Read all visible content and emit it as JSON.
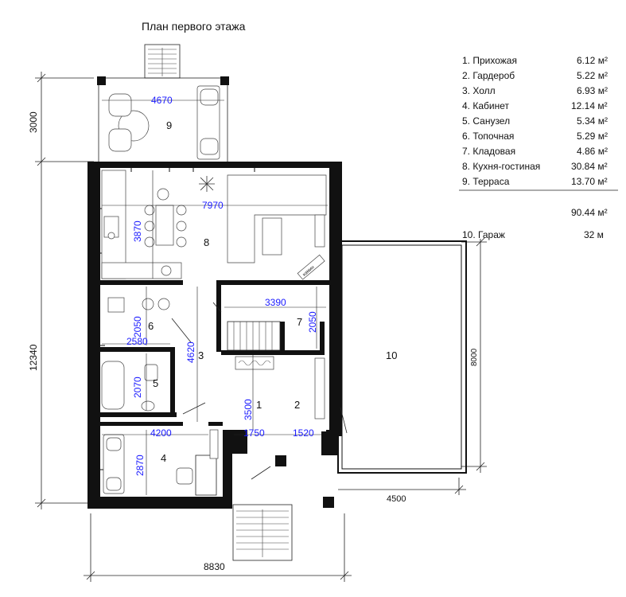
{
  "title": "План первого этажа",
  "overall_dims": {
    "width_bottom": "8830",
    "height_left": "12340",
    "terrace_depth": "3000",
    "garage_depth": "8000",
    "garage_width": "4500"
  },
  "inner_dims": {
    "terrace_width": "4670",
    "kitchen_width": "7970",
    "kitchen_depth": "3870",
    "pantry_width": "3390",
    "pantry_depth": "2050",
    "boiler_depth": "2050",
    "boiler_width": "2580",
    "hall_length": "4620",
    "bath_depth": "2070",
    "entry_length": "3500",
    "office_width": "4200",
    "office_depth": "2870",
    "entry_width": "1750",
    "wardrobe_width": "1520"
  },
  "room_numbers": [
    "1",
    "2",
    "3",
    "4",
    "5",
    "6",
    "7",
    "8",
    "9",
    "10"
  ],
  "fireplace_label": "камин",
  "legend": {
    "rooms": [
      {
        "name": "1. Прихожая",
        "area": "6.12 м²"
      },
      {
        "name": "2. Гардероб",
        "area": "5.22 м²"
      },
      {
        "name": "3. Холл",
        "area": "6.93 м²"
      },
      {
        "name": "4. Кабинет",
        "area": "12.14 м²"
      },
      {
        "name": "5. Санузел",
        "area": "5.34 м²"
      },
      {
        "name": "6. Топочная",
        "area": "5.29 м²"
      },
      {
        "name": "7. Кладовая",
        "area": "4.86 м²"
      },
      {
        "name": "8. Кухня-гостиная",
        "area": "30.84 м²"
      },
      {
        "name": "9. Терраса",
        "area": "13.70 м²"
      }
    ],
    "total": "90.44 м²",
    "garage": {
      "name": "10. Гараж",
      "area": "32 м"
    }
  }
}
